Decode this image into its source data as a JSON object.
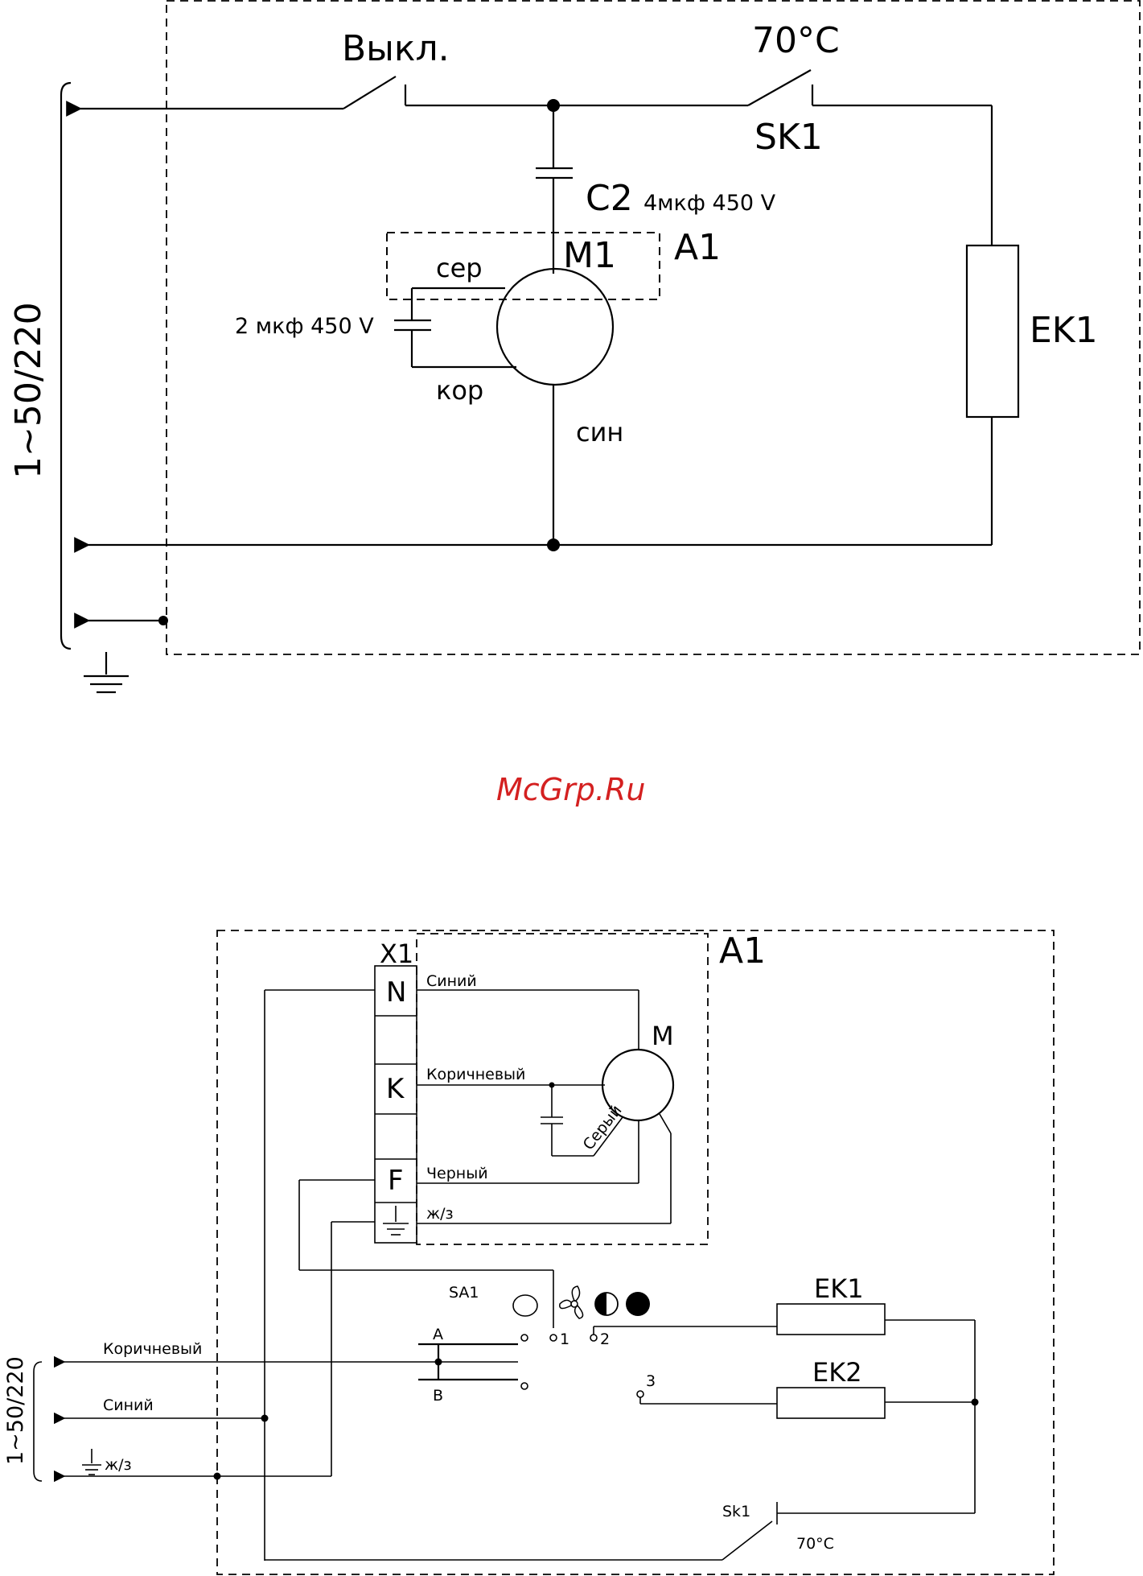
{
  "watermark": "McGrp.Ru",
  "top_diagram": {
    "switch_off": "Выкл.",
    "thermostat_temp": "70°C",
    "thermostat_label": "SK1",
    "capacitor_c2": "C2",
    "capacitor_c2_rating": "4мкф  450 V",
    "motor_label": "M1",
    "assembly_label": "A1",
    "wire_grey": "сер",
    "wire_brown": "кор",
    "wire_blue": "син",
    "motor_capacitor_rating": "2 мкф  450 V",
    "heater_label": "EK1",
    "supply_label": "1~50/220"
  },
  "bottom_diagram": {
    "terminal_block": "X1",
    "assembly_label": "A1",
    "motor_label": "M",
    "terminals": [
      "N",
      "K",
      "F"
    ],
    "wire_n": "Синий",
    "wire_k": "Коричневый",
    "wire_grey": "Серый",
    "wire_f": "Черный",
    "wire_ground": "ж/з",
    "switch_label": "SA1",
    "switch_contact_a": "A",
    "switch_contact_b": "B",
    "switch_pos_1": "1",
    "switch_pos_2": "2",
    "switch_pos_3": "3",
    "heater_1": "EK1",
    "heater_2": "EK2",
    "thermostat_label": "Sk1",
    "thermostat_temp": "70°C",
    "input_brown": "Коричневый",
    "input_blue": "Синий",
    "input_ground": "ж/з",
    "supply_label": "1~50/220"
  }
}
